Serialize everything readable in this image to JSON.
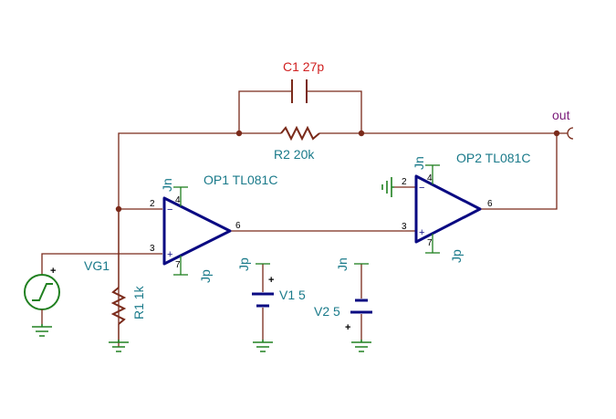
{
  "components": {
    "c1": {
      "label": "C1 27p"
    },
    "r2": {
      "label": "R2 20k"
    },
    "r1": {
      "label": "R1 1k"
    },
    "op1": {
      "label": "OP1 TL081C",
      "pin_inv": "2",
      "pin_noninv": "3",
      "pin_out": "6",
      "pin_top": "4",
      "pin_bottom": "7",
      "sign_minus": "−",
      "sign_plus": "+",
      "supply_top": "Jn",
      "supply_bottom": "Jp"
    },
    "op2": {
      "label": "OP2 TL081C",
      "pin_inv": "2",
      "pin_noninv": "3",
      "pin_out": "6",
      "pin_top": "4",
      "pin_bottom": "7",
      "sign_minus": "−",
      "sign_plus": "+",
      "supply_top": "Jn",
      "supply_bottom": "Jp"
    },
    "vg1": {
      "label": "VG1",
      "polarity": "+"
    },
    "v1": {
      "label": "V1 5",
      "net": "Jp",
      "polarity": "+"
    },
    "v2": {
      "label": "V2 5",
      "net": "Jn",
      "polarity": "+"
    }
  },
  "terminals": {
    "out": {
      "label": "out"
    }
  },
  "colors": {
    "wire": "#7a2a1a",
    "opamp": "#0a0a82",
    "ground": "#208020",
    "label": "#1a7a8a",
    "capacitor_label": "#d02020",
    "terminal_label": "#7a1a7a"
  }
}
